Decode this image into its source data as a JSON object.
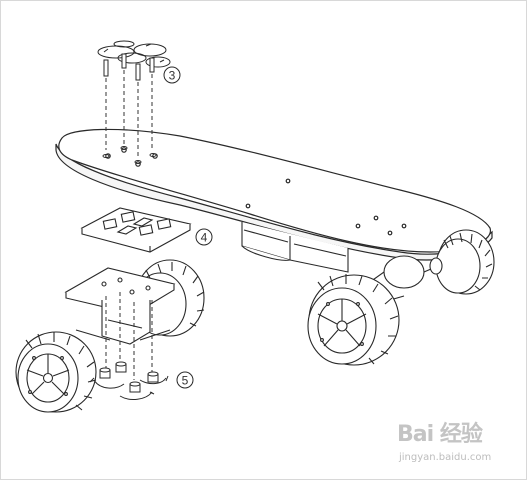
{
  "callouts": [
    {
      "id": "3",
      "label": "3"
    },
    {
      "id": "4",
      "label": "4"
    },
    {
      "id": "5",
      "label": "5"
    }
  ],
  "watermark": {
    "brand": "Bai 经验",
    "url": "jingyan.baidu.com"
  },
  "colors": {
    "line": "#2a2a2a",
    "dash": "#333333",
    "watermark": "#c4c4c4",
    "background": "#ffffff"
  }
}
